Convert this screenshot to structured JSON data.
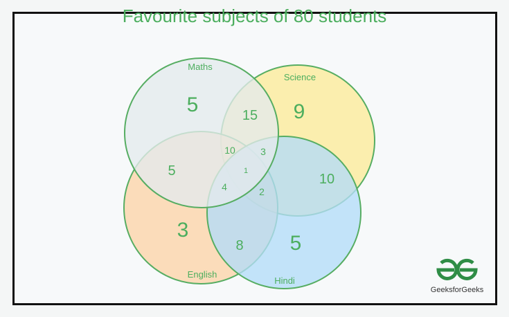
{
  "title": "Favourite subjects of 80 students",
  "sets": {
    "maths": {
      "label": "Maths",
      "fill": "#e4ebed"
    },
    "science": {
      "label": "Science",
      "fill": "#fdeb99"
    },
    "english": {
      "label": "English",
      "fill": "#fdd3a8"
    },
    "hindi": {
      "label": "Hindi",
      "fill": "#b3dcf8"
    }
  },
  "stroke_color": "#56ad62",
  "text_color": "#4cae5e",
  "regions": {
    "maths_only": "5",
    "science_only": "9",
    "english_only": "3",
    "hindi_only": "5",
    "maths_science": "15",
    "maths_english": "5",
    "science_hindi": "10",
    "english_hindi": "8",
    "maths_science_english": "10",
    "maths_science_hindi": "3",
    "maths_english_hindi": "4",
    "science_english_hindi": "2",
    "all_four": "1"
  },
  "logo": {
    "icon": "geeksforgeeks-logo-icon",
    "text": "GeeksforGeeks",
    "color": "#2f8d46"
  }
}
